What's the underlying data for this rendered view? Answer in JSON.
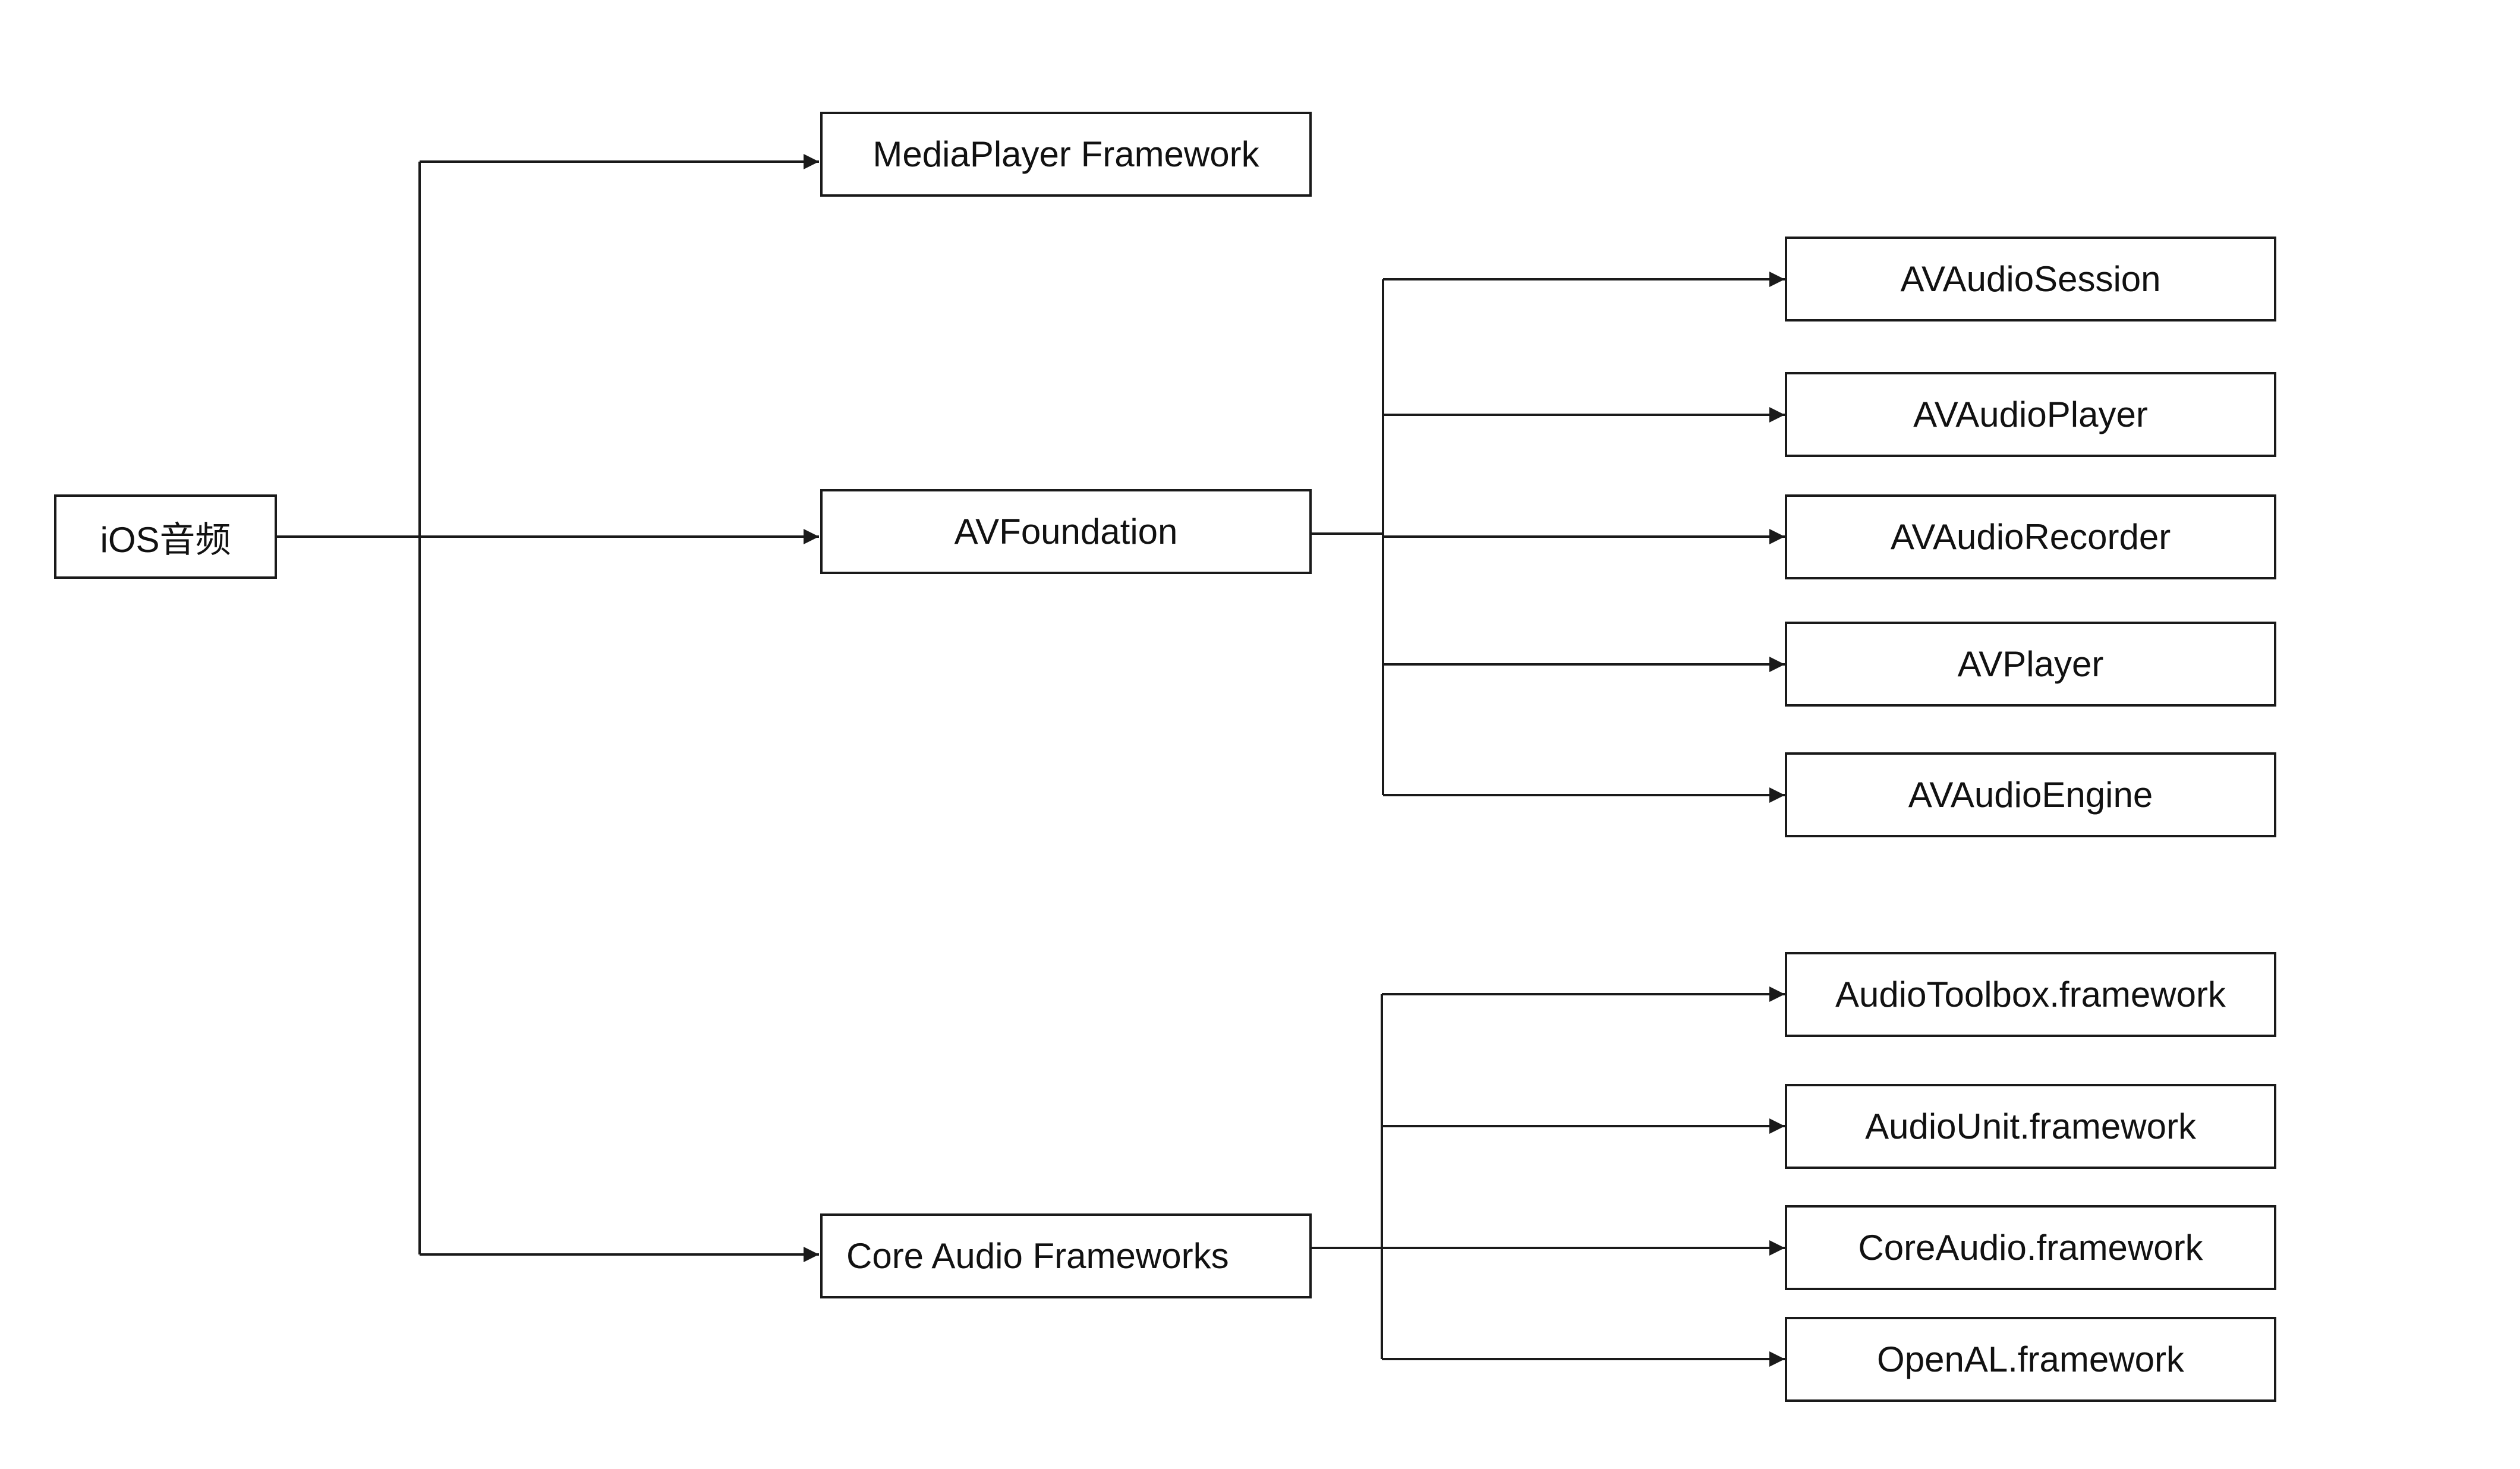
{
  "root": {
    "label": "iOS音频"
  },
  "level1": [
    {
      "id": "mediaplayer",
      "label": "MediaPlayer Framework"
    },
    {
      "id": "avfoundation",
      "label": "AVFoundation"
    },
    {
      "id": "coreaudio",
      "label": "Core Audio Frameworks"
    }
  ],
  "avfoundation_children": [
    {
      "id": "avaudiosession",
      "label": "AVAudioSession"
    },
    {
      "id": "avaudioplayer",
      "label": "AVAudioPlayer"
    },
    {
      "id": "avaudiorecorder",
      "label": "AVAudioRecorder"
    },
    {
      "id": "avplayer",
      "label": "AVPlayer"
    },
    {
      "id": "avaudioengine",
      "label": "AVAudioEngine"
    }
  ],
  "coreaudio_children": [
    {
      "id": "audiotoolbox",
      "label": "AudioToolbox.framework"
    },
    {
      "id": "audiounit",
      "label": "AudioUnit.framework"
    },
    {
      "id": "coreaudio_fw",
      "label": "CoreAudio.framework"
    },
    {
      "id": "openal",
      "label": "OpenAL.framework"
    }
  ],
  "colors": {
    "line": "#1a1a1a",
    "background": "#ffffff",
    "text": "#111111"
  }
}
